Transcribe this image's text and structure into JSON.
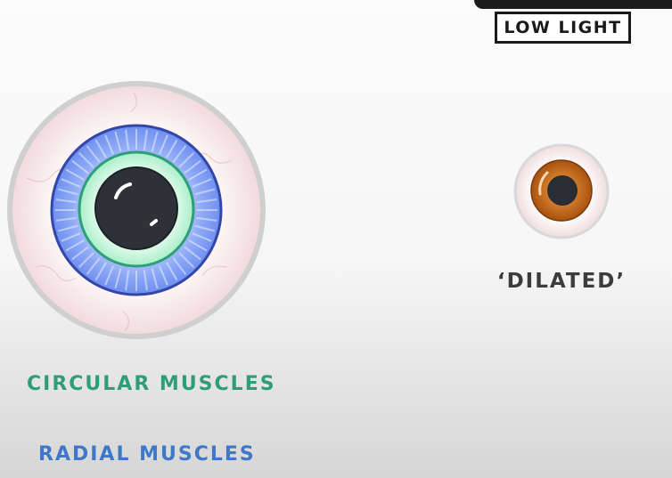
{
  "badge": {
    "text": "LOW LIGHT"
  },
  "labels": {
    "dilated": "‘DILATED’",
    "circular_muscles": "CIRCULAR MUSCLES",
    "radial_muscles": "RADIAL MUSCLES"
  },
  "colors": {
    "sclera_edge": "#cfcfcf",
    "sclera_tint": "#f6e4e6",
    "radial_muscle_blue": "#6f8ff0",
    "radial_muscle_outline": "#3446a8",
    "circular_muscle_green": "#a7efc8",
    "circular_muscle_outline": "#2f9e78",
    "pupil": "#2e3238",
    "iris_brown": "#c3661c",
    "label_green": "#2f9e78",
    "label_blue": "#3f78c8"
  }
}
